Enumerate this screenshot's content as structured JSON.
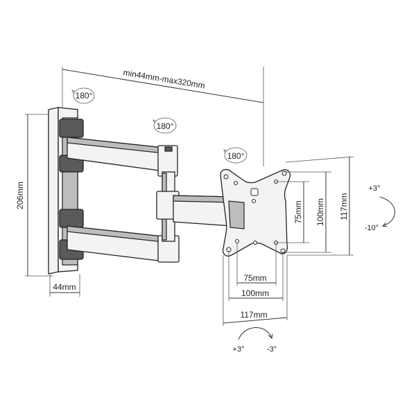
{
  "dimensions": {
    "arm_extension": "min44mm-max320mm",
    "wall_plate_height": "206mm",
    "wall_plate_depth": "44mm",
    "vesa_small_vertical": "75mm",
    "vesa_mid_vertical": "100mm",
    "vesa_large_vertical": "117mm",
    "vesa_small_horizontal": "75mm",
    "vesa_mid_horizontal": "100mm",
    "vesa_large_horizontal": "117mm"
  },
  "rotations": {
    "wall_pivot": "180°",
    "elbow_pivot": "180°",
    "head_pivot": "180°"
  },
  "tilt": {
    "up": "+3°",
    "down": "-10°"
  },
  "swivel": {
    "left": "+3°",
    "right": "-3°"
  }
}
